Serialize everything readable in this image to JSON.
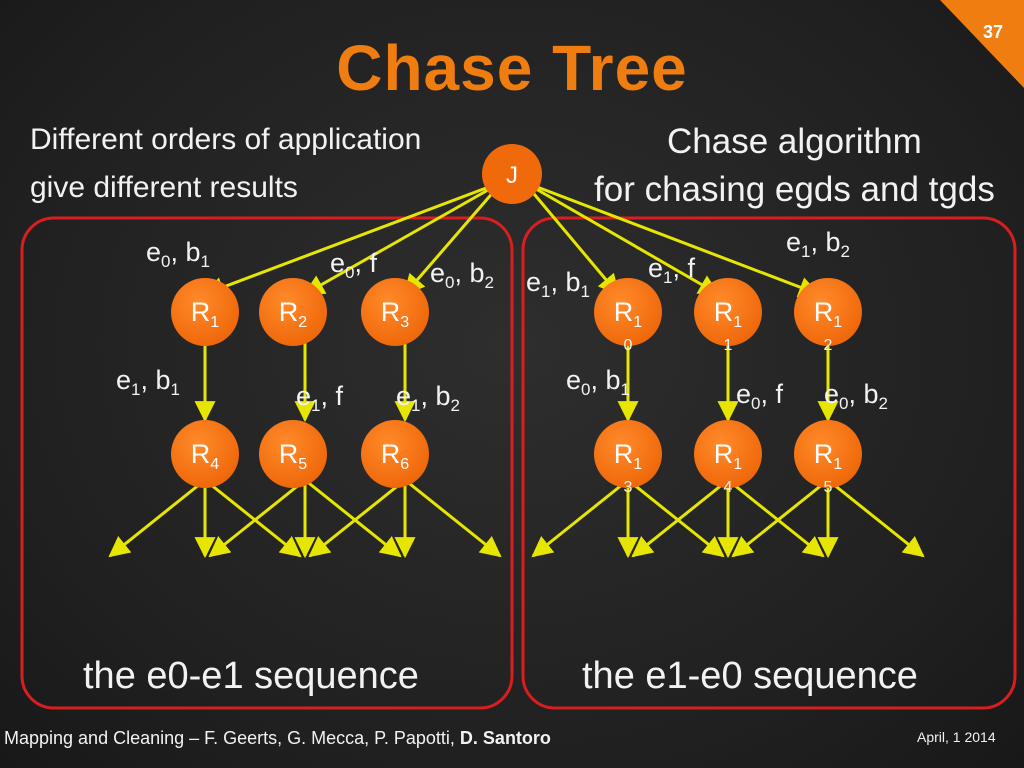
{
  "slide_number": "37",
  "title": "Chase Tree",
  "intro_line1": "Different orders of application",
  "intro_line2": "give different results",
  "algo_line1": "Chase algorithm",
  "algo_line2": "for chasing egds and tgds",
  "root_label": "J",
  "left_tree": {
    "edge_labels": {
      "e0b1": {
        "base1": "e",
        "sub1": "0",
        "mid": ", b",
        "sub2": "1"
      },
      "e0f": {
        "base1": "e",
        "sub1": "0",
        "mid": ", f"
      },
      "e0b2": {
        "base1": "e",
        "sub1": "0",
        "mid": ", b",
        "sub2": "2"
      },
      "e1b1": {
        "base1": "e",
        "sub1": "1",
        "mid": ", b",
        "sub2": "1"
      },
      "e1f": {
        "base1": "e",
        "sub1": "1",
        "mid": ", f"
      },
      "e1b2": {
        "base1": "e",
        "sub1": "1",
        "mid": ", b",
        "sub2": "2"
      }
    },
    "nodes": [
      {
        "base": "R",
        "sub": "1"
      },
      {
        "base": "R",
        "sub": "2"
      },
      {
        "base": "R",
        "sub": "3"
      },
      {
        "base": "R",
        "sub": "4"
      },
      {
        "base": "R",
        "sub": "5"
      },
      {
        "base": "R",
        "sub": "6"
      }
    ],
    "caption": "the e0-e1 sequence"
  },
  "right_tree": {
    "edge_labels": {
      "e1b1": {
        "base1": "e",
        "sub1": "1",
        "mid": ", b",
        "sub2": "1"
      },
      "e1f": {
        "base1": "e",
        "sub1": "1",
        "mid": ", f"
      },
      "e1b2": {
        "base1": "e",
        "sub1": "1",
        "mid": ", b",
        "sub2": "2"
      },
      "e0b1": {
        "base1": "e",
        "sub1": "0",
        "mid": ", b",
        "sub2": "1"
      },
      "e0f": {
        "base1": "e",
        "sub1": "0",
        "mid": ", f"
      },
      "e0b2": {
        "base1": "e",
        "sub1": "0",
        "mid": ", b",
        "sub2": "2"
      }
    },
    "nodes": [
      {
        "base": "R",
        "sub": "1",
        "num": "0"
      },
      {
        "base": "R",
        "sub": "1",
        "num": "1"
      },
      {
        "base": "R",
        "sub": "1",
        "num": "2"
      },
      {
        "base": "R",
        "sub": "1",
        "num": "3"
      },
      {
        "base": "R",
        "sub": "1",
        "num": "4"
      },
      {
        "base": "R",
        "sub": "1",
        "num": "5"
      }
    ],
    "caption": "the e1-e0 sequence"
  },
  "footer": {
    "authors": "Mapping and Cleaning – F. Geerts, G. Mecca, P. Papotti, ",
    "highlight_author": "D. Santoro",
    "date": "April, 1 2014"
  },
  "colors": {
    "accent": "#f07d10",
    "node": "#f06a0c",
    "edge": "#e6e600",
    "group_border": "#d81e1e"
  }
}
